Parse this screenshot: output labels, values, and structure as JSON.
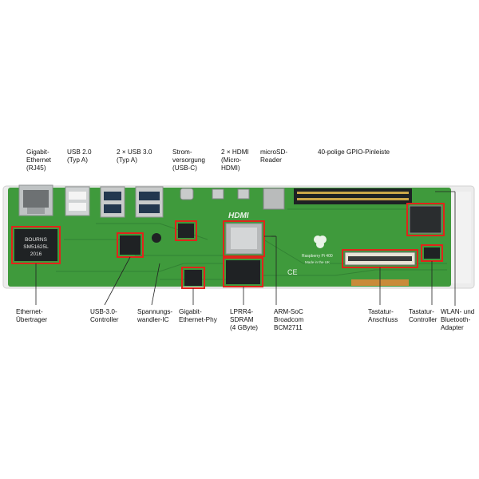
{
  "top_labels": {
    "ethernet": "Gigabit-\nEthernet\n(RJ45)",
    "usb2": "USB 2.0\n(Typ A)",
    "usb3": "2 × USB 3.0\n(Typ A)",
    "power": "Strom-\nversorgung\n(USB-C)",
    "hdmi": "2 × HDMI\n(Micro-\nHDMI)",
    "sd": "microSD-\nReader",
    "gpio": "40-polige GPIO-Pinleiste"
  },
  "bottom_labels": {
    "eth_transformer": "Ethernet-\nÜbertrager",
    "usb3_ctrl": "USB-3.0-\nController",
    "voltage_reg": "Spannungs-\nwandler-IC",
    "eth_phy": "Gigabit-\nEthernet-Phy",
    "lpddr4": "LPRR4-\nSDRAM\n(4 GByte)",
    "soc": "ARM-SoC\nBroadcom\nBCM2711",
    "keyboard_conn": "Tastatur-\nAnschluss",
    "keyboard_ctrl": "Tastatur-\nController",
    "wlan": "WLAN- und\nBluetooth-\nAdapter"
  },
  "board_text": {
    "hdmi_logo": "HDMI",
    "bourns_line1": "BOURNS",
    "bourns_line2": "SM51625L",
    "bourns_line3": "2016",
    "raspberry_text": "Raspberry Pi 400",
    "made_in": "Made in the UK",
    "ce_mark": "CE"
  },
  "colors": {
    "pcb": "#3f9a3c",
    "pcb_dark": "#2f7d31",
    "highlight": "#e0241b",
    "board_frame": "#ececec",
    "metal": "#c9cbcb",
    "usb3_blue": "#23374f",
    "chip": "#1f2224"
  }
}
